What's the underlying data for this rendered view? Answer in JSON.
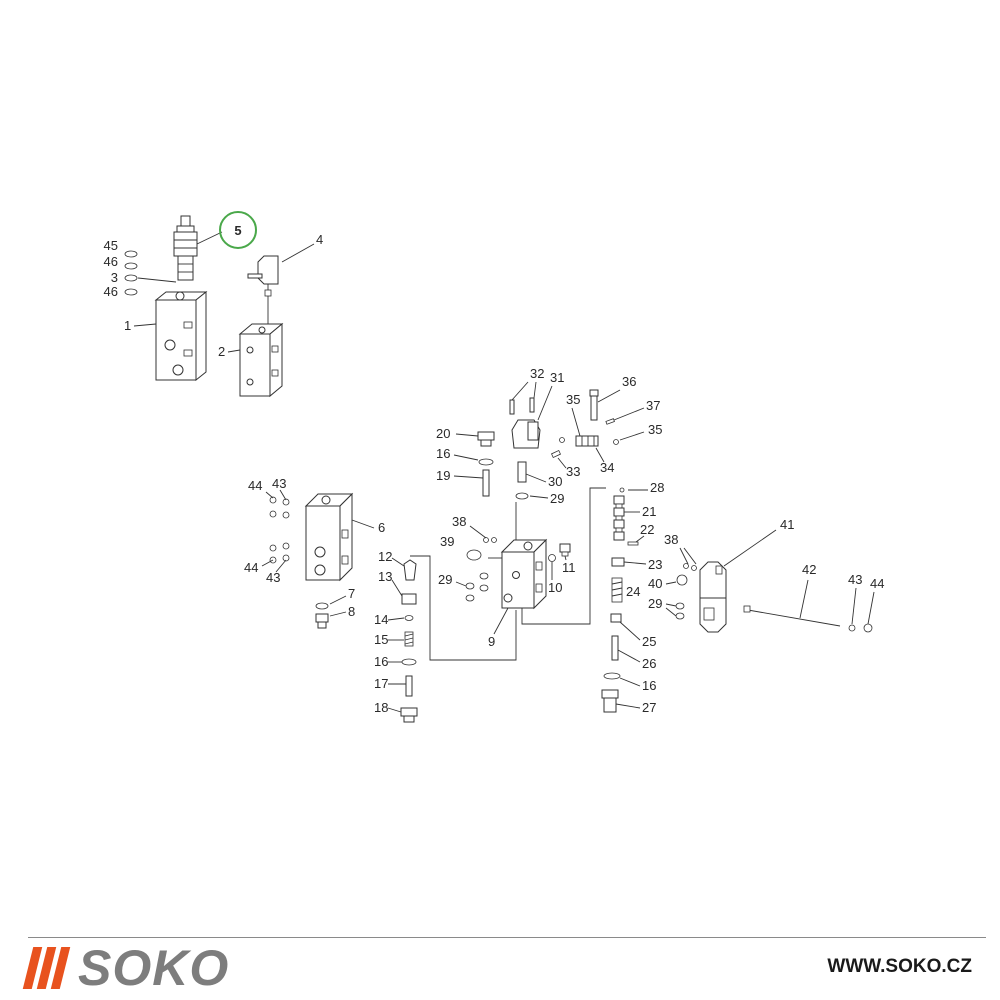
{
  "highlight": {
    "label": "5",
    "color": "#4aa84a"
  },
  "labels": {
    "l1": "1",
    "l2": "2",
    "l3": "3",
    "l4": "4",
    "l6": "6",
    "l7": "7",
    "l8": "8",
    "l9": "9",
    "l10": "10",
    "l11": "11",
    "l12": "12",
    "l13": "13",
    "l14": "14",
    "l15": "15",
    "l16a": "16",
    "l16b": "16",
    "l16c": "16",
    "l17": "17",
    "l18": "18",
    "l19": "19",
    "l20": "20",
    "l21": "21",
    "l22": "22",
    "l23": "23",
    "l24": "24",
    "l25": "25",
    "l26": "26",
    "l27": "27",
    "l28": "28",
    "l29a": "29",
    "l29b": "29",
    "l29c": "29",
    "l30": "30",
    "l31": "31",
    "l32": "32",
    "l33": "33",
    "l34": "34",
    "l35a": "35",
    "l35b": "35",
    "l36": "36",
    "l37": "37",
    "l38a": "38",
    "l38b": "38",
    "l39": "39",
    "l40": "40",
    "l41": "41",
    "l42": "42",
    "l43a": "43",
    "l43b": "43",
    "l43c": "43",
    "l44a": "44",
    "l44b": "44",
    "l44c": "44",
    "l45": "45",
    "l46a": "46",
    "l46b": "46"
  },
  "footer": {
    "brand": "SOKO",
    "brand_color": "#7d7d7d",
    "stripe_color": "#e8521e",
    "website": "WWW.SOKO.CZ"
  }
}
